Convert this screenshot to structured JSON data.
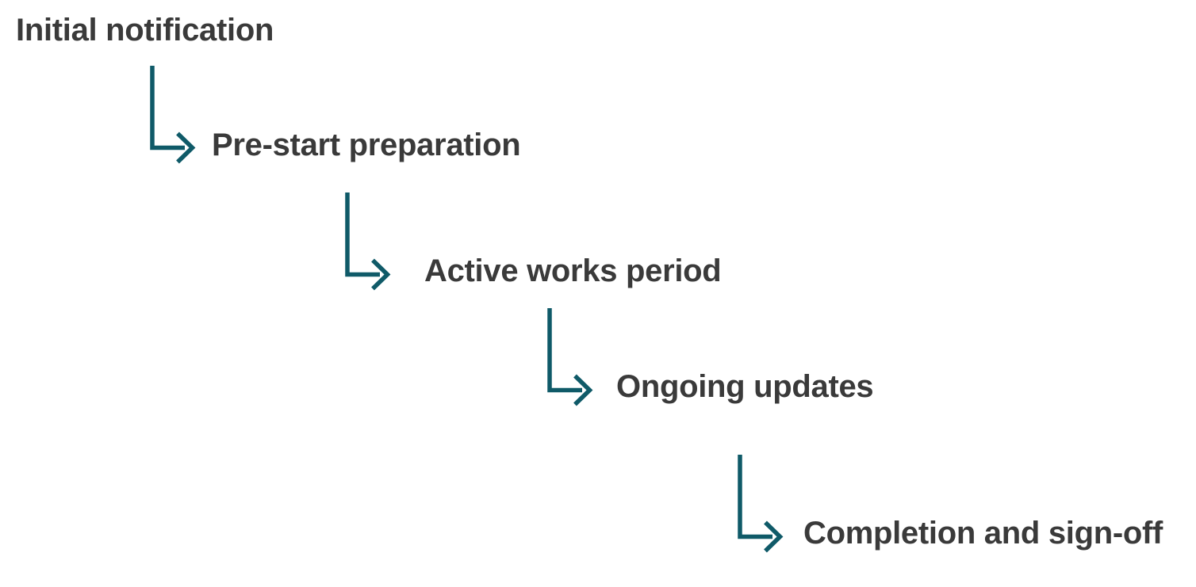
{
  "colors": {
    "background": "#ffffff",
    "arrow": "#0f5a68",
    "text": "#3a3a3a"
  },
  "flow": {
    "type": "stepped-sequence",
    "steps": [
      {
        "label": "Initial notification"
      },
      {
        "label": "Pre-start preparation"
      },
      {
        "label": "Active works period"
      },
      {
        "label": "Ongoing updates"
      },
      {
        "label": "Completion and sign-off"
      }
    ]
  }
}
